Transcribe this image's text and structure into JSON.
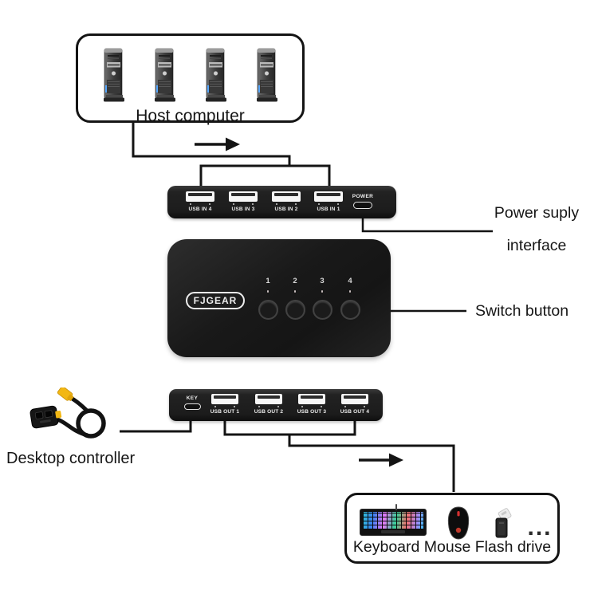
{
  "diagram": {
    "host_box": {
      "label": "Host computer"
    },
    "usb_in_bar": {
      "ports": [
        {
          "label": "USB IN 4"
        },
        {
          "label": "USB IN 3"
        },
        {
          "label": "USB IN 2"
        },
        {
          "label": "USB IN 1"
        }
      ],
      "power_label": "POWER"
    },
    "switch_box": {
      "brand": "FJGEAR",
      "channels": [
        {
          "number": "1"
        },
        {
          "number": "2"
        },
        {
          "number": "3"
        },
        {
          "number": "4"
        }
      ]
    },
    "usb_out_bar": {
      "key_label": "KEY",
      "ports": [
        {
          "label": "USB OUT 1"
        },
        {
          "label": "USB OUT 2"
        },
        {
          "label": "USB OUT 3"
        },
        {
          "label": "USB OUT 4"
        }
      ]
    },
    "annotations": {
      "power_supply_line1": "Power suply",
      "power_supply_line2": "interface",
      "switch_button": "Switch button",
      "desktop_controller": "Desktop controller"
    },
    "peripherals_box": {
      "label": "Keyboard Mouse Flash drive",
      "ellipsis": "..."
    },
    "colors": {
      "line": "#141414",
      "bar_dark": "#1c1c1c",
      "port_white": "#f7f7f7",
      "connector_yellow": "#f2b713",
      "mouse_accent": "#d63031",
      "led_blue": "#57a8ff"
    }
  }
}
